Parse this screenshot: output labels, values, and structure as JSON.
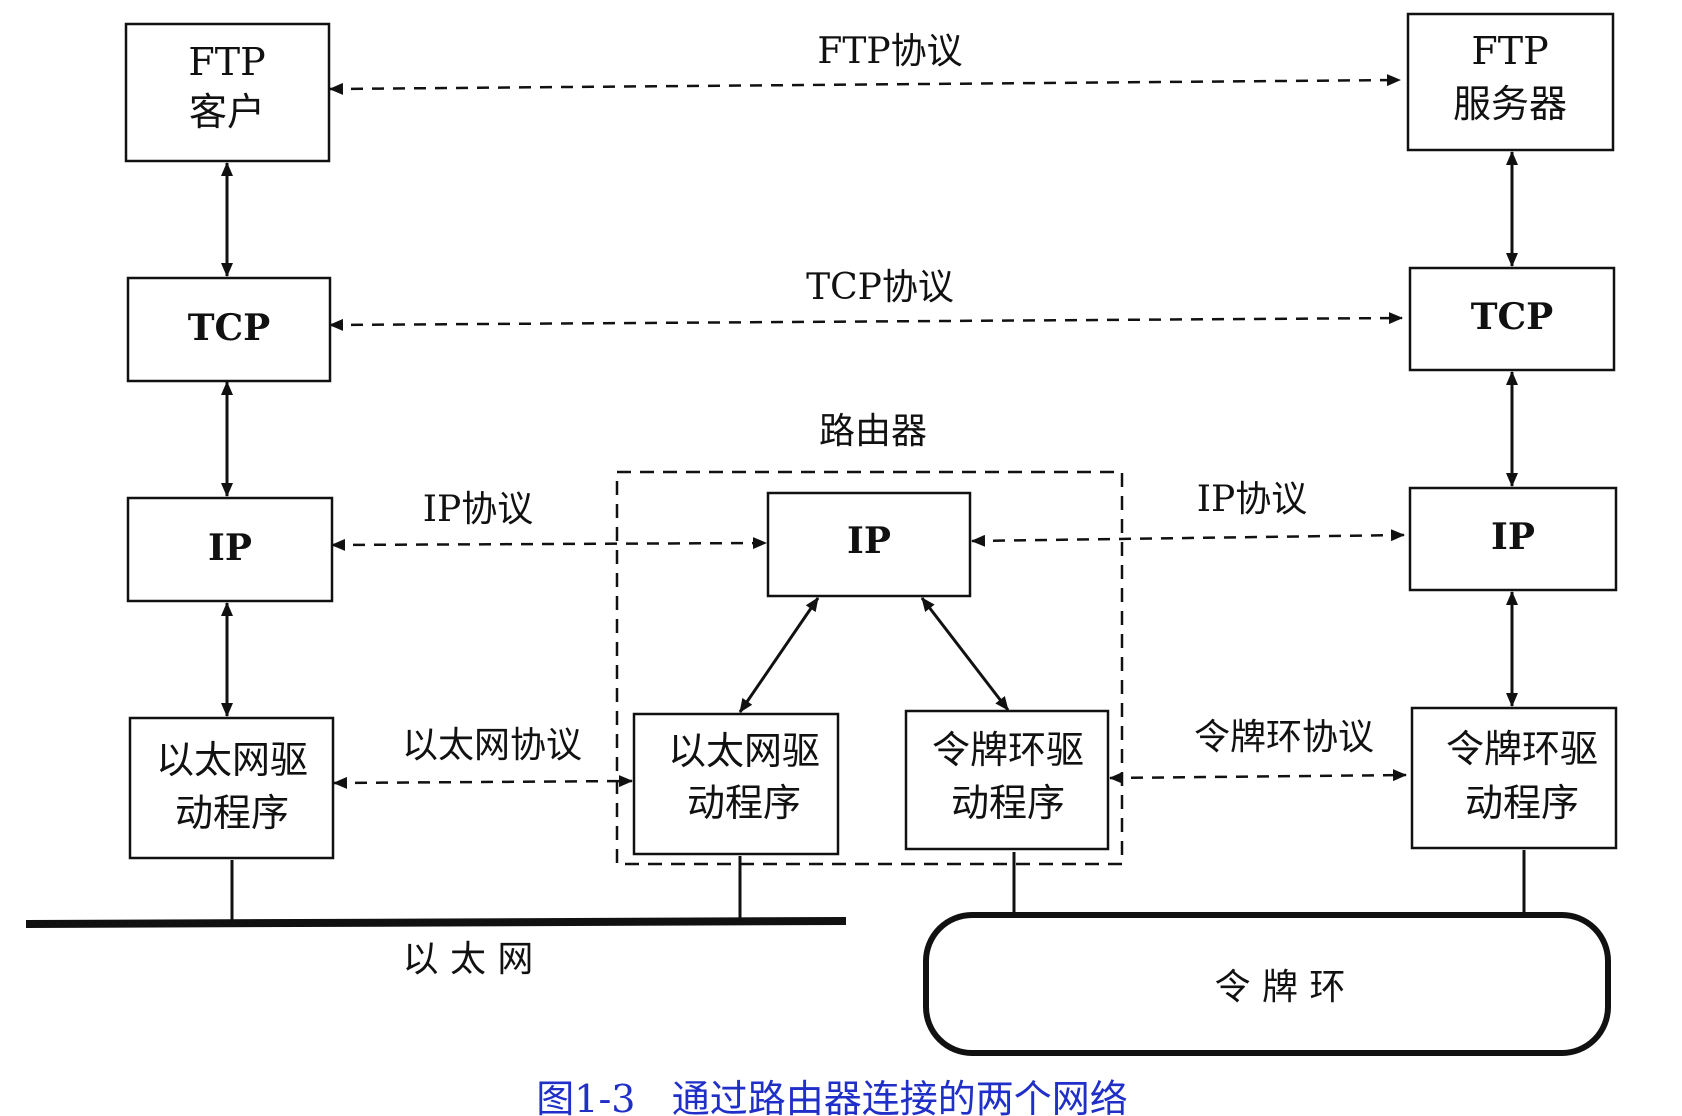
{
  "nodes": {
    "ftp_client": {
      "lines": [
        "FTP",
        "客户"
      ]
    },
    "ftp_server": {
      "lines": [
        "FTP",
        "服务器"
      ]
    },
    "tcp_left": {
      "lines": [
        "TCP"
      ]
    },
    "tcp_right": {
      "lines": [
        "TCP"
      ]
    },
    "ip_left": {
      "lines": [
        "IP"
      ]
    },
    "ip_router": {
      "lines": [
        "IP"
      ]
    },
    "ip_right": {
      "lines": [
        "IP"
      ]
    },
    "eth_driver_left": {
      "lines": [
        "以太网驱",
        "动程序"
      ]
    },
    "eth_driver_router": {
      "lines": [
        "以太网驱",
        "动程序"
      ]
    },
    "tr_driver_router": {
      "lines": [
        "令牌环驱",
        "动程序"
      ]
    },
    "tr_driver_right": {
      "lines": [
        "令牌环驱",
        "动程序"
      ]
    }
  },
  "labels": {
    "ftp_protocol": "FTP协议",
    "tcp_protocol": "TCP协议",
    "router": "路由器",
    "ip_protocol_left": "IP协议",
    "ip_protocol_right": "IP协议",
    "ethernet_protocol": "以太网协议",
    "token_ring_protocol": "令牌环协议",
    "ethernet": "以 太 网",
    "token_ring": "令  牌  环"
  },
  "caption": "图1-3   通过路由器连接的两个网络"
}
